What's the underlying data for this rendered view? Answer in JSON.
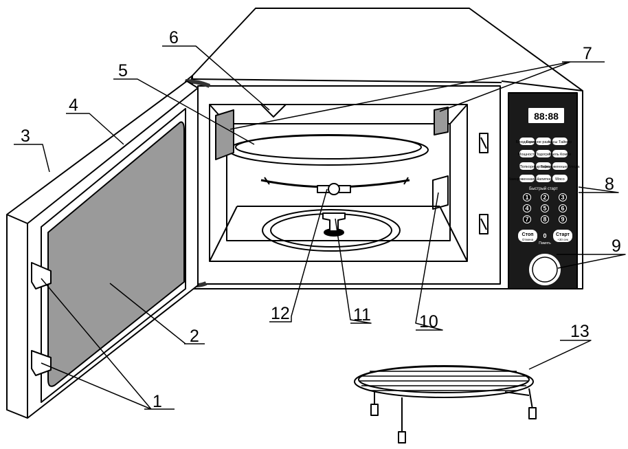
{
  "callouts": [
    "1",
    "2",
    "3",
    "4",
    "5",
    "6",
    "7",
    "8",
    "9",
    "10",
    "11",
    "12",
    "13"
  ],
  "panel": {
    "display": "88:88",
    "row1": [
      "Блюда гриль",
      "Быстрое размораж.",
      "Часы Таймер"
    ],
    "row2": [
      "Мощность",
      "Подогрев",
      "Гриль Комби"
    ],
    "row3": [
      "Попкорн",
      "Картофель",
      "Замороженные блюда"
    ],
    "row4": [
      "Замороженная пицца",
      "Напитки",
      "Мясо"
    ],
    "quick_start": "Быстрый старт",
    "keys": [
      "1",
      "2",
      "3",
      "4",
      "5",
      "6",
      "7",
      "8",
      "9"
    ],
    "stop": "Стоп",
    "stop_sub": "Отмена",
    "zero": "0",
    "memory": "Память",
    "start": "Старт",
    "start_sub": "+30 сек"
  },
  "colors": {
    "ink": "#000000",
    "glass": "#9a9a9a",
    "panel": "#1a1a1a",
    "hinge": "#333333"
  }
}
